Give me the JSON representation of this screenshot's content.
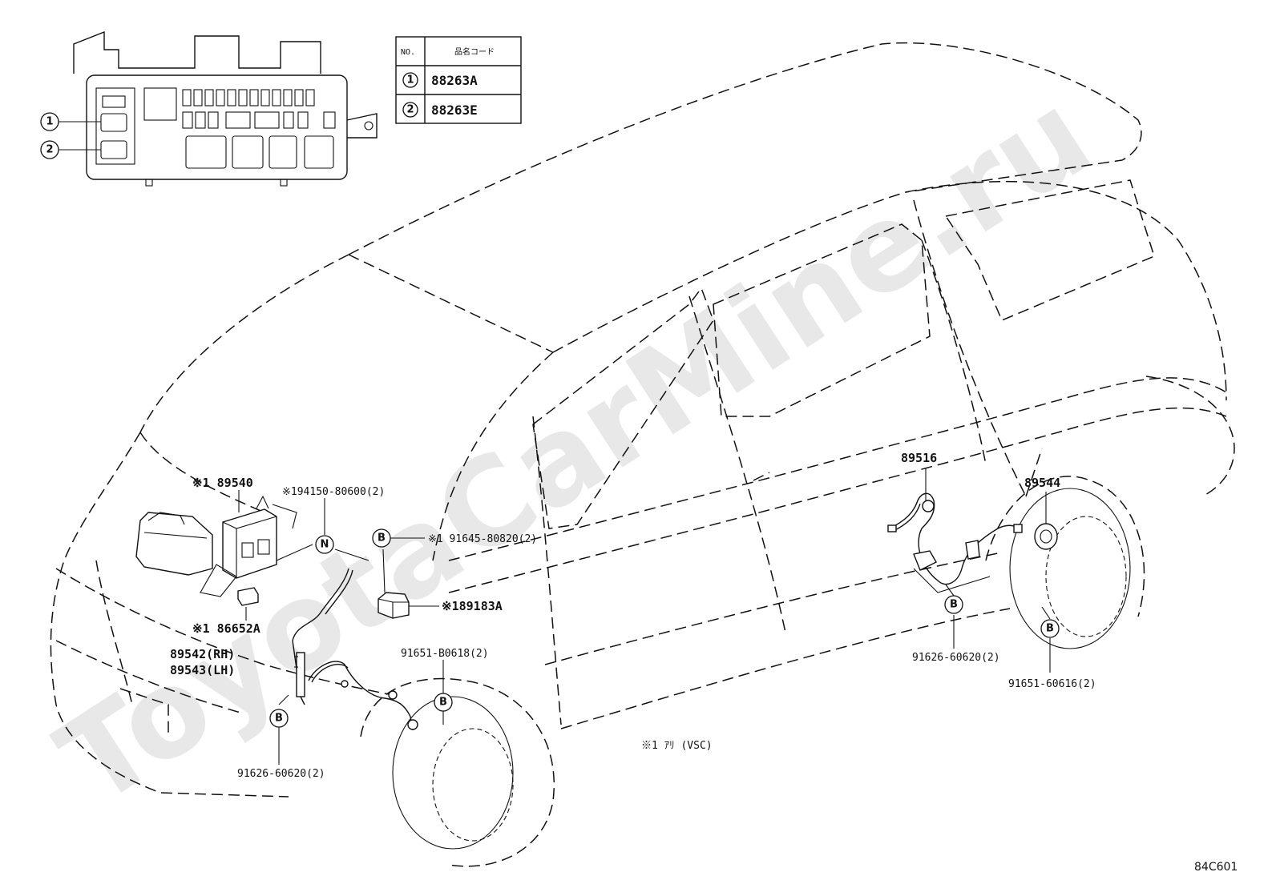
{
  "watermark": "ToyotaCarMine.ru",
  "legend_table": {
    "header_no": "NO.",
    "header_code": "品名コード",
    "rows": [
      {
        "no": "1",
        "code": "88263A"
      },
      {
        "no": "2",
        "code": "88263E"
      }
    ]
  },
  "fuse_box_callouts": [
    "1",
    "2"
  ],
  "parts": {
    "p89540": "※1 89540",
    "p194150": "※194150-80600(2)",
    "p91645": "※1 91645-80820(2)",
    "p189183": "※189183A",
    "p86652": "※1 86652A",
    "p89542": "89542(RH)",
    "p89543": "89543(LH)",
    "p91651b": "91651-B0618(2)",
    "p91626a": "91626-60620(2)",
    "p89516": "89516",
    "p89544": "89544",
    "p91626b": "91626-60620(2)",
    "p91651c": "91651-60616(2)"
  },
  "markers": {
    "n": "N",
    "b": "B"
  },
  "footnote": "※1 ｱﾘ (VSC)",
  "figure_code": "84C601"
}
